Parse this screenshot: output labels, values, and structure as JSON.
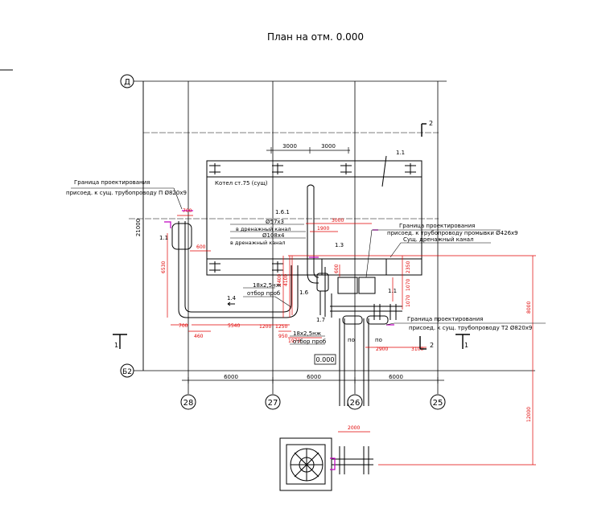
{
  "drawing": {
    "title": "План на отм. 0.000",
    "axes": {
      "rows": [
        "Д",
        "Б2"
      ],
      "columns": [
        "28",
        "27",
        "26",
        "25"
      ]
    },
    "section_marks": [
      "2",
      "2",
      "1",
      "1"
    ],
    "top_dims": [
      "3000",
      "3000"
    ],
    "bottom_dims": [
      "6000",
      "6000",
      "6000"
    ],
    "left_dim": "21000",
    "boiler_label": "Котел ст.75 (сущ)",
    "equipment_tags": [
      "1.1",
      "1.1",
      "1.1",
      "1.3",
      "1.4",
      "1.6",
      "1.6.1",
      "1.7"
    ],
    "pipe_labels": {
      "pipe_57": "Ø57х3",
      "drain1": "в дренажный канал",
      "pipe_108": "Ø108х4",
      "drain2": "в дренажный канал",
      "sample1": "18х2,5нж",
      "sample1b": "отбор проб",
      "sample2": "18х2,5нж",
      "sample2b": "отбор проб",
      "existing_channel": "Сущ. дренажный канал",
      "elev": "0.000",
      "po1": "по",
      "po2": "по"
    },
    "notes": {
      "left_1": "Граница проектирования",
      "left_2": "присоед. к сущ. трубопроводу П Ø820х9",
      "right_top_1": "Граница проектирования",
      "right_top_2": "присоед. к трубопроводу промывки Ø426х9",
      "right_bot_1": "Граница проектирования",
      "right_bot_2": "присоед. к сущ. трубопроводу Т2 Ø820х9"
    },
    "red_dims": [
      "700",
      "600",
      "6530",
      "700",
      "460",
      "5540",
      "1200",
      "1250",
      "950",
      "1970",
      "2400",
      "4100",
      "1900",
      "3000",
      "600",
      "2350",
      "1070",
      "1070",
      "2900",
      "3100",
      "8000",
      "12000",
      "2000"
    ]
  },
  "colors": {
    "line": "#000000",
    "dimension": "#e00000",
    "boundary": "#c000c0"
  }
}
